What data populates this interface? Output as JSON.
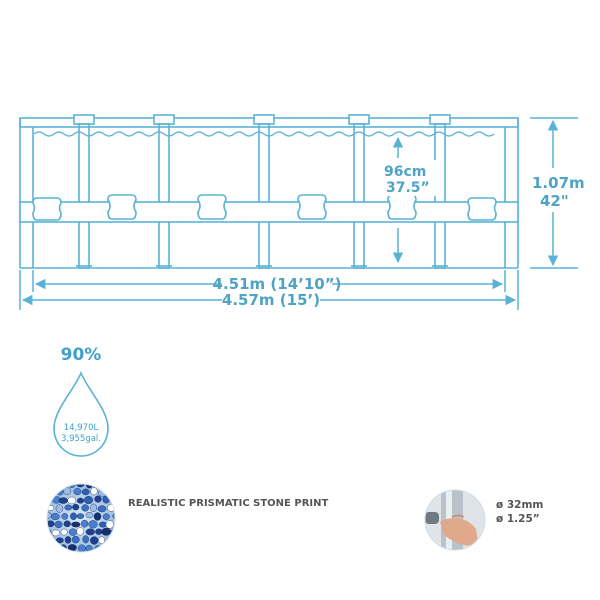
{
  "dimensions": {
    "inner_diameter": "4.51m (14’10”)",
    "outer_diameter": "4.57m (15’)",
    "height_metric": "1.07m",
    "height_imperial": "42\"",
    "water_depth_metric": "96cm",
    "water_depth_imperial": "37.5”"
  },
  "capacity": {
    "fill_percent": "90%",
    "liters": "14,970L",
    "gallons": "3,955gal."
  },
  "features": {
    "stone_print_label": "REALISTIC PRISMATIC STONE PRINT",
    "pipe_diameter_metric": "ø 32mm",
    "pipe_diameter_imperial": "ø 1.25”"
  },
  "colors": {
    "line": "#5ab3d6",
    "text": "#4fa3c4",
    "caption": "#555555"
  }
}
